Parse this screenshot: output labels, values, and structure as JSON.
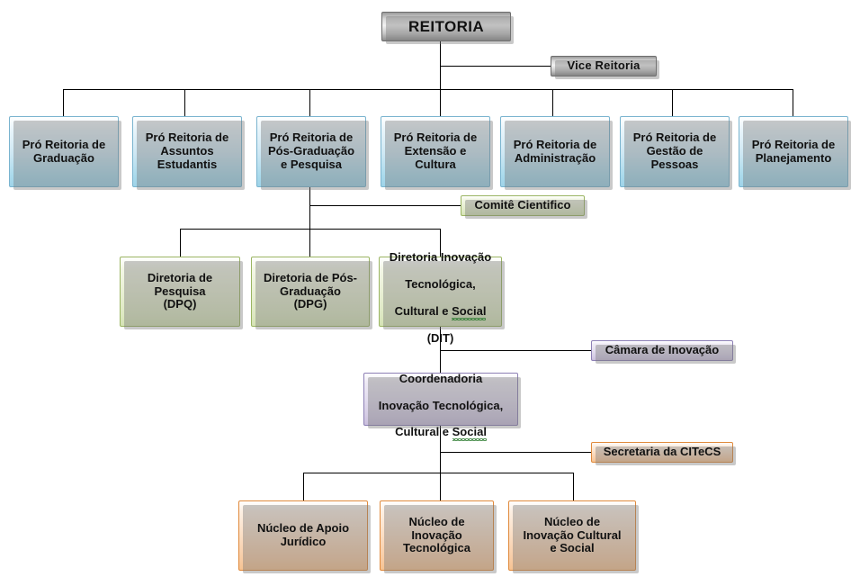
{
  "diagram": {
    "title": "Organograma da Reitoria",
    "colors": {
      "gray": "#c9c9c9",
      "blue": "#cfe8f4",
      "green": "#e8efd3",
      "purple": "#e2dcee",
      "orange": "#fbdfc6",
      "line": "#000000",
      "background": "#ffffff"
    }
  },
  "nodes": {
    "reitoria": {
      "label": "REITORIA"
    },
    "vice_reitoria": {
      "label": "Vice Reitoria"
    },
    "pro_reitorias": [
      {
        "label": "Pró Reitoria de\nGraduação"
      },
      {
        "label": "Pró Reitoria de\nAssuntos\nEstudantis"
      },
      {
        "label": "Pró Reitoria de\nPós-Graduação\ne Pesquisa"
      },
      {
        "label": "Pró Reitoria de\nExtensão e\nCultura"
      },
      {
        "label": "Pró Reitoria de\nAdministração"
      },
      {
        "label": "Pró Reitoria de\nGestão de\nPessoas"
      },
      {
        "label": "Pró Reitoria de\nPlanejamento"
      }
    ],
    "comite_cientifico": {
      "label": "Comitê Cientifico"
    },
    "diretorias": [
      {
        "label": "Diretoria de\nPesquisa\n(DPQ)"
      },
      {
        "label": "Diretoria de Pós-\nGraduação\n(DPG)"
      }
    ],
    "dit": {
      "line1": "Diretoria Inovação",
      "line2": "Tecnológica,",
      "line3a": "Cultural e ",
      "line3b": "Social",
      "line4": "(DIT)"
    },
    "camara_inovacao": {
      "label": "Câmara de Inovação"
    },
    "coordenadoria": {
      "line1": "Coordenadoria",
      "line2": "Inovação Tecnológica,",
      "line3a": "Cultural e ",
      "line3b": "Social"
    },
    "secretaria": {
      "label": "Secretaria da CITeCS"
    },
    "nucleos": [
      {
        "label": "Núcleo de Apoio\nJurídico"
      },
      {
        "label": "Núcleo de\nInovação\nTecnológica"
      },
      {
        "label": "Núcleo de\nInovação Cultural\ne Social"
      }
    ]
  }
}
